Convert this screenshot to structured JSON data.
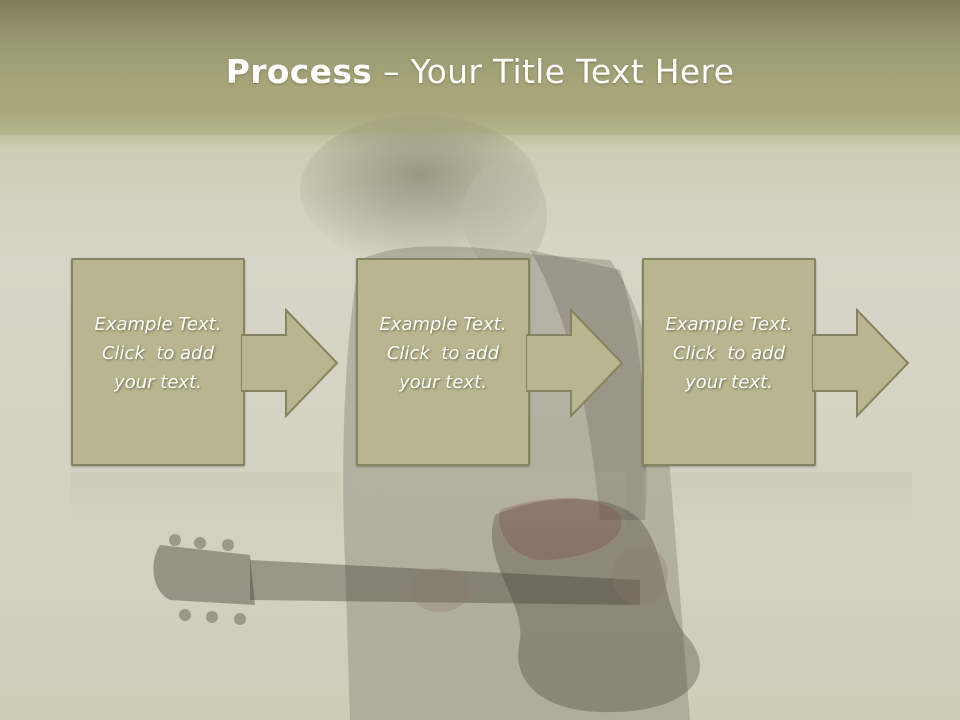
{
  "slide": {
    "title_bold": "Process",
    "title_rest": " – Your Title Text Here",
    "colors": {
      "box_fill": "#b8b58f",
      "box_border": "#86835f",
      "title_band": "#a9a77a",
      "text": "#ffffff"
    }
  },
  "steps": [
    {
      "line1": "Example Text.",
      "line2": "Click  to add",
      "line3": "your text."
    },
    {
      "line1": "Example Text.",
      "line2": "Click  to add",
      "line3": "your text."
    },
    {
      "line1": "Example Text.",
      "line2": "Click  to add",
      "line3": "your text."
    }
  ]
}
